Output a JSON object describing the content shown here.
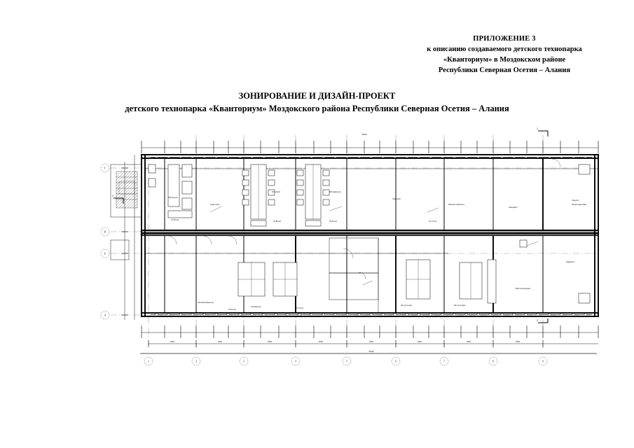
{
  "document": {
    "header": {
      "line1": "ПРИЛОЖЕНИЕ 3",
      "line2": "к описанию создаваемого детского технопарка",
      "line3": "«Кванториум» в Моздокском районе",
      "line4": "Республики Северная Осетия – Алания"
    },
    "title": {
      "line1": "ЗОНИРОВАНИЕ И ДИЗАЙН-ПРОЕКТ",
      "line2": "детского технопарка «Кванториум» Моздокского района Республики Северная Осетия – Алания"
    }
  },
  "drawing": {
    "type": "architectural-floor-plan",
    "grid_bottom": [
      "1",
      "2",
      "3",
      "4",
      "5",
      "6",
      "7",
      "8",
      "9"
    ],
    "grid_left": [
      "Г",
      "В",
      "Б",
      "А"
    ],
    "section_marks": [
      "1",
      "2"
    ],
    "overall_dimension_top": "54000",
    "overall_dimension_bottom": "54000",
    "dim_chain_bottom": [
      "6000",
      "6000",
      "6000",
      "6000",
      "6000",
      "6000",
      "6000",
      "6000"
    ],
    "rooms": [
      {
        "label": "Хайтек-цех",
        "area": "72.65 м2"
      },
      {
        "label": "Аудитория",
        "area": ""
      },
      {
        "label": "Лекторий",
        "area": "44.86 м2"
      },
      {
        "label": "Робоквантум",
        "area": "45.53 м2"
      },
      {
        "label": "Лекторий",
        "area": ""
      },
      {
        "label": "Рабочие кабинеты",
        "area": "51.77 м2"
      },
      {
        "label": "Коворкинг",
        "area": ""
      },
      {
        "label": "Санузел",
        "area": ""
      },
      {
        "label": "Электрощитовая",
        "area": ""
      },
      {
        "label": "Промробоквантум",
        "area": "78.40 м2"
      },
      {
        "label": "Геоквантум",
        "area": "76.44 м2"
      },
      {
        "label": "Зал для двух",
        "area": ""
      },
      {
        "label": "Зал для двух",
        "area": ""
      },
      {
        "label": "Вентиляционная",
        "area": ""
      },
      {
        "label": "Гардероб",
        "area": ""
      }
    ]
  }
}
